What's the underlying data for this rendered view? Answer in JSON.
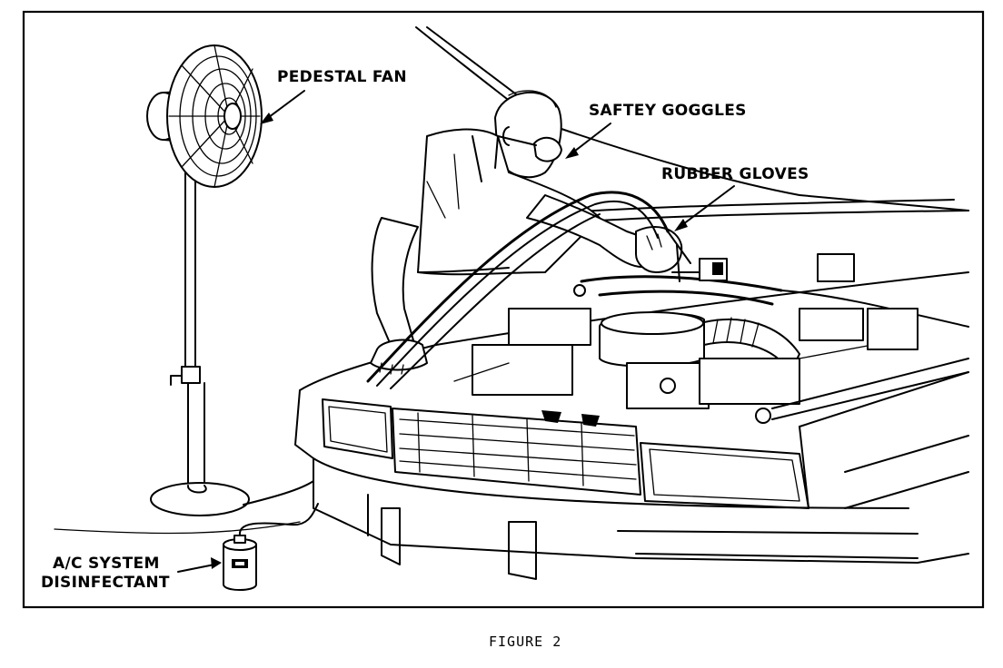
{
  "labels": {
    "pedestal_fan": "PEDESTAL FAN",
    "safety_goggles": "SAFTEY GOGGLES",
    "rubber_gloves": "RUBBER GLOVES",
    "disinfectant_line1": "A/C SYSTEM",
    "disinfectant_line2": "DISINFECTANT"
  },
  "caption": "FIGURE 2",
  "colors": {
    "ink": "#000000",
    "paper": "#ffffff"
  }
}
